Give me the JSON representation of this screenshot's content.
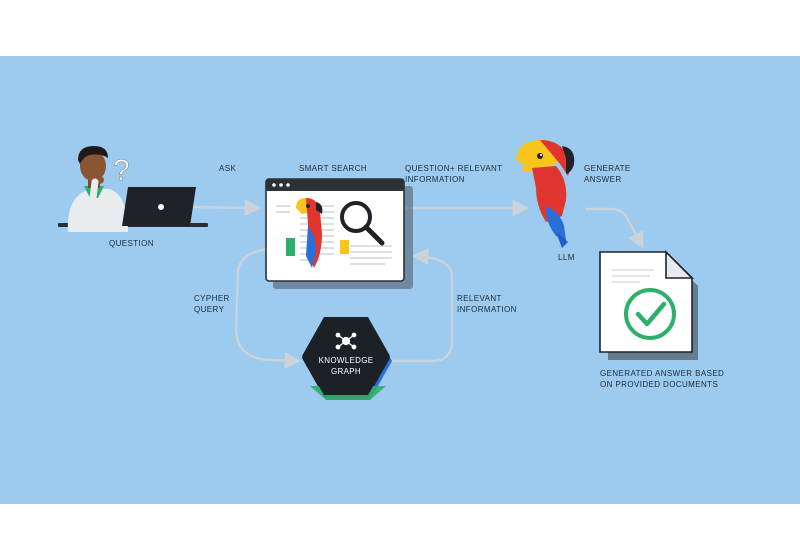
{
  "diagram": {
    "labels": {
      "question": "QUESTION",
      "ask": "ASK",
      "smart_search": "SMART SEARCH",
      "question_relevant": "QUESTION+ RELEVANT\nINFORMATION",
      "generate_answer": "GENERATE\nANSWER",
      "llm": "LLM",
      "cypher_query": "CYPHER\nQUERY",
      "relevant_information": "RELEVANT\nINFORMATION",
      "knowledge_graph": "KNOWLEDGE\nGRAPH",
      "generated_answer": "GENERATED ANSWER BASED\nON PROVIDED DOCUMENTS"
    },
    "colors": {
      "background": "#9ccbef",
      "arrow": "#c9d3d9",
      "hexagon": "#1c2126",
      "parrot_red": "#e0362f",
      "parrot_blue": "#2a6fd8",
      "parrot_yellow": "#f7c51b",
      "check_green": "#2eaf6b"
    }
  }
}
